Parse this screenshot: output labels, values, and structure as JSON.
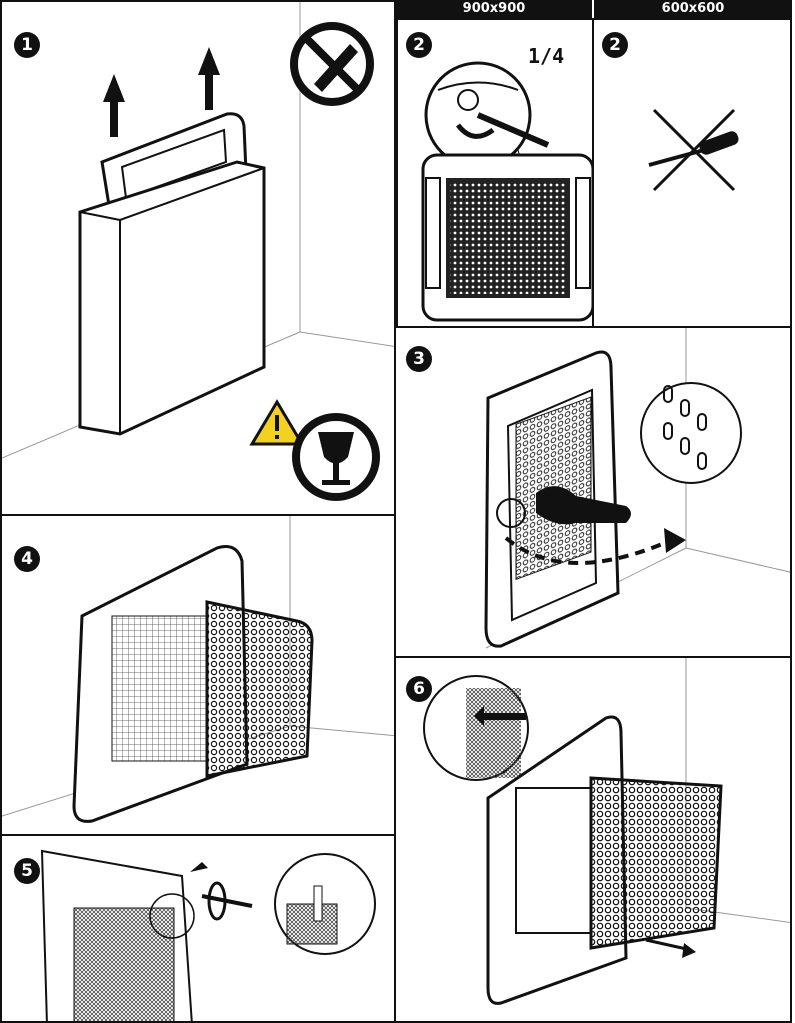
{
  "headers": {
    "size_a": "900x900",
    "size_b": "600x600"
  },
  "steps": {
    "s1": "1",
    "s2a": "2",
    "s2b": "2",
    "s3": "3",
    "s4": "4",
    "s5": "5",
    "s6": "6"
  },
  "rotation_label": "1/4",
  "icons": {
    "no_knife": "no-cutter-icon",
    "warning": "warning-triangle-icon",
    "fragile": "fragile-glass-icon",
    "no_screwdriver": "no-screwdriver-icon"
  },
  "colors": {
    "ink": "#111111",
    "warning_yellow": "#f2d21e"
  }
}
